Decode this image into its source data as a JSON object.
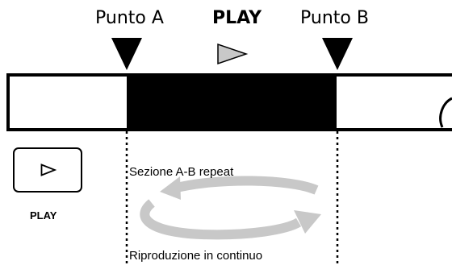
{
  "markers": {
    "point_a": "Punto A",
    "point_b": "Punto B",
    "play": "PLAY"
  },
  "section": {
    "label": "Sezione A-B repeat",
    "fill_color": "#000000"
  },
  "loop": {
    "label": "Riproduzione in continuo",
    "arrow_color": "#c8c8c8"
  },
  "play_button": {
    "label": "PLAY",
    "icon": "play-outline-icon"
  },
  "colors": {
    "marker": "#000000",
    "play_arrow": "#c8c8c8",
    "track_border": "#000000",
    "background": "#ffffff"
  }
}
